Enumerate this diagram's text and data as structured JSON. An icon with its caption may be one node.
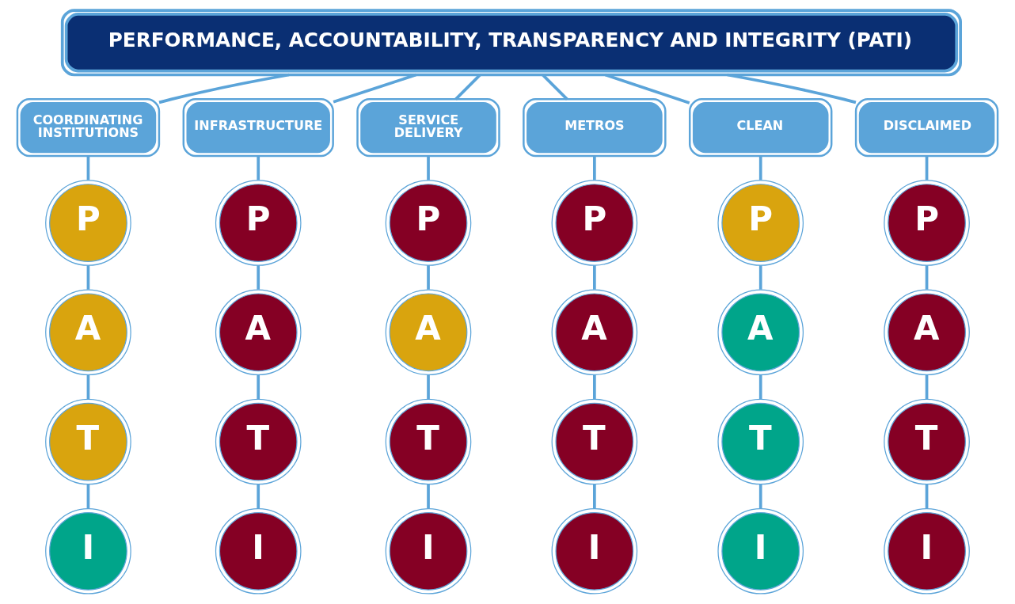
{
  "diagram": {
    "nodes": [
      {
        "text": [
          "PERFORMANCE, ACCOUNTABILITY, TRANSPARENCY AND INTEGRITY (PATI)"
        ]
      },
      {
        "text": [
          "COORDINATING INSTITUTIONS"
        ]
      },
      {
        "text": [
          "INFRASTRUCTURE"
        ]
      },
      {
        "text": [
          "SERVICE DELIVERY"
        ]
      },
      {
        "text": [
          "METROS"
        ]
      },
      {
        "text": [
          "CLEAN"
        ]
      },
      {
        "text": [
          "DISCLAIMED"
        ]
      },
      {
        "text": [
          "P"
        ]
      },
      {
        "text": [
          "P"
        ]
      },
      {
        "text": [
          "P"
        ]
      },
      {
        "text": [
          "P"
        ]
      },
      {
        "text": [
          "P"
        ]
      },
      {
        "text": [
          "P"
        ]
      },
      {
        "text": [
          "A"
        ]
      },
      {
        "text": [
          "A"
        ]
      },
      {
        "text": [
          "A"
        ]
      },
      {
        "text": [
          "A"
        ]
      },
      {
        "text": [
          "A"
        ]
      },
      {
        "text": [
          "A"
        ]
      },
      {
        "text": [
          "T"
        ]
      },
      {
        "text": [
          "T"
        ]
      },
      {
        "text": [
          "T"
        ]
      },
      {
        "text": [
          "T"
        ]
      },
      {
        "text": [
          "T"
        ]
      },
      {
        "text": [
          "T"
        ]
      },
      {
        "text": [
          "I"
        ]
      },
      {
        "text": [
          "I"
        ]
      },
      {
        "text": [
          "I"
        ]
      },
      {
        "text": [
          "I"
        ]
      },
      {
        "text": [
          "I"
        ]
      },
      {
        "text": [
          "I"
        ]
      }
    ],
    "edges": [
      {
        "from": 0,
        "to": 1,
        "arrow": "none"
      },
      {
        "from": 0,
        "to": 2,
        "arrow": "none"
      },
      {
        "from": 0,
        "to": 3,
        "arrow": "none"
      },
      {
        "from": 0,
        "to": 4,
        "arrow": "none"
      },
      {
        "from": 0,
        "to": 5,
        "arrow": "none"
      },
      {
        "from": 0,
        "to": 6,
        "arrow": "none"
      },
      {
        "from": 1,
        "to": 7,
        "arrow": "none"
      },
      {
        "from": 2,
        "to": 8,
        "arrow": "none"
      },
      {
        "from": 3,
        "to": 9,
        "arrow": "none"
      },
      {
        "from": 4,
        "to": 10,
        "arrow": "none"
      },
      {
        "from": 5,
        "to": 11,
        "arrow": "none"
      },
      {
        "from": 6,
        "to": 12,
        "arrow": "none"
      },
      {
        "from": 7,
        "to": 13,
        "arrow": "none"
      },
      {
        "from": 8,
        "to": 14,
        "arrow": "none"
      },
      {
        "from": 9,
        "to": 15,
        "arrow": "none"
      },
      {
        "from": 10,
        "to": 16,
        "arrow": "none"
      },
      {
        "from": 11,
        "to": 17,
        "arrow": "none"
      },
      {
        "from": 12,
        "to": 18,
        "arrow": "none"
      },
      {
        "from": 13,
        "to": 19,
        "arrow": "none"
      },
      {
        "from": 14,
        "to": 20,
        "arrow": "none"
      },
      {
        "from": 15,
        "to": 21,
        "arrow": "none"
      },
      {
        "from": 16,
        "to": 22,
        "arrow": "none"
      },
      {
        "from": 17,
        "to": 23,
        "arrow": "none"
      },
      {
        "from": 18,
        "to": 24,
        "arrow": "none"
      },
      {
        "from": 19,
        "to": 25,
        "arrow": "none"
      },
      {
        "from": 20,
        "to": 26,
        "arrow": "none"
      },
      {
        "from": 21,
        "to": 27,
        "arrow": "none"
      },
      {
        "from": 22,
        "to": 28,
        "arrow": "none"
      },
      {
        "from": 23,
        "to": 29,
        "arrow": "none"
      },
      {
        "from": 24,
        "to": 30,
        "arrow": "none"
      }
    ]
  }
}
